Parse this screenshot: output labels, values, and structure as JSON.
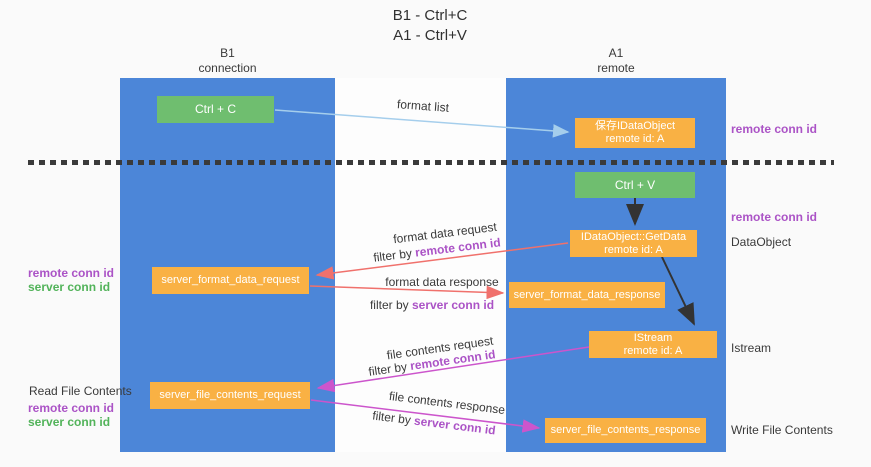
{
  "title": {
    "line1": "B1 - Ctrl+C",
    "line2": "A1 - Ctrl+V"
  },
  "lifelines": {
    "left": {
      "name": "B1",
      "role": "connection"
    },
    "right": {
      "name": "A1",
      "role": "remote"
    }
  },
  "nodes": {
    "ctrl_c": {
      "label": "Ctrl + C"
    },
    "ctrl_v": {
      "label": "Ctrl + V"
    },
    "save_idataobject": {
      "line1": "保存IDataObject",
      "line2": "remote id: A"
    },
    "getdata": {
      "line1": "IDataObject::GetData",
      "line2": "remote id: A"
    },
    "istream": {
      "line1": "IStream",
      "line2": "remote id: A"
    },
    "format_request": {
      "label": "server_format_data_request"
    },
    "format_response": {
      "label": "server_format_data_response"
    },
    "file_request": {
      "label": "server_file_contents_request"
    },
    "file_response": {
      "label": "server_file_contents_response"
    }
  },
  "messages": {
    "format_list": {
      "label": "format list"
    },
    "format_data_request": {
      "label": "format data request",
      "filter_prefix": "filter by ",
      "filter_key": "remote conn id"
    },
    "format_data_response": {
      "label": "format data response",
      "filter_prefix": "filter by ",
      "filter_key": "server conn id"
    },
    "file_contents_request": {
      "label": "file contents request",
      "filter_prefix": "filter by ",
      "filter_key": "remote conn id"
    },
    "file_contents_response": {
      "label": "file contents response",
      "filter_prefix": "filter by ",
      "filter_key": "server conn id"
    }
  },
  "side_labels": {
    "right_top_remote_conn_id": "remote conn id",
    "right_mid_remote_conn_id": "remote conn id",
    "dataobject": "DataObject",
    "istream": "Istream",
    "write_file_contents": "Write File Contents",
    "left_top_remote_conn_id": "remote conn id",
    "left_top_server_conn_id": "server conn id",
    "read_file_contents": "Read File Contents",
    "left_bottom_remote_conn_id": "remote conn id",
    "left_bottom_server_conn_id": "server conn id"
  },
  "colors": {
    "lifeline_blue": "#4c86d8",
    "node_green": "#6fbe6f",
    "node_orange": "#f9b144",
    "arrow_light_blue": "#a5ceec",
    "arrow_red": "#f0716c",
    "arrow_magenta": "#cc55cc",
    "arrow_black": "#333333",
    "text_purple": "#ab53c6",
    "text_green": "#52b35a"
  }
}
